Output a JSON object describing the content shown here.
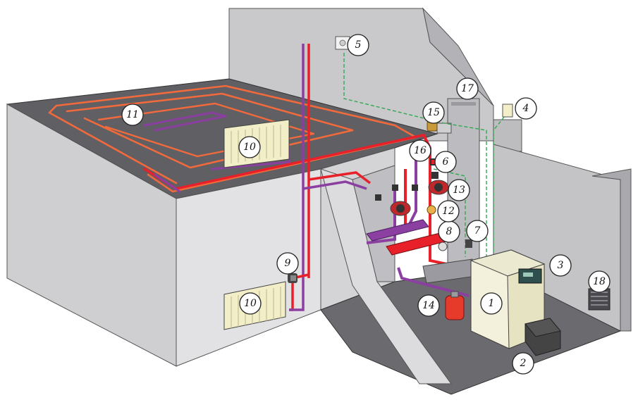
{
  "colors": {
    "supply_pipe": "#e8202a",
    "return_pipe": "#8b3fa0",
    "floor_loop": "#f26a3c",
    "control_wire": "#2fa84f",
    "wall_light": "#d9d9db",
    "wall_mid": "#bfbfc2",
    "floor_dark": "#6d6d72",
    "radiator": "#f2efc8",
    "boiler_body": "#f3f1dc",
    "tank": "#e63a2a"
  },
  "callouts": [
    {
      "id": "c1",
      "label": "1"
    },
    {
      "id": "c2",
      "label": "2"
    },
    {
      "id": "c3",
      "label": "3"
    },
    {
      "id": "c4",
      "label": "4"
    },
    {
      "id": "c5",
      "label": "5"
    },
    {
      "id": "c6",
      "label": "6"
    },
    {
      "id": "c7",
      "label": "7"
    },
    {
      "id": "c8",
      "label": "8"
    },
    {
      "id": "c9",
      "label": "9"
    },
    {
      "id": "c10a",
      "label": "10"
    },
    {
      "id": "c10b",
      "label": "10"
    },
    {
      "id": "c11",
      "label": "11"
    },
    {
      "id": "c12",
      "label": "12"
    },
    {
      "id": "c13",
      "label": "13"
    },
    {
      "id": "c14",
      "label": "14"
    },
    {
      "id": "c15",
      "label": "15"
    },
    {
      "id": "c16",
      "label": "16"
    },
    {
      "id": "c17",
      "label": "17"
    },
    {
      "id": "c18",
      "label": "18"
    }
  ]
}
